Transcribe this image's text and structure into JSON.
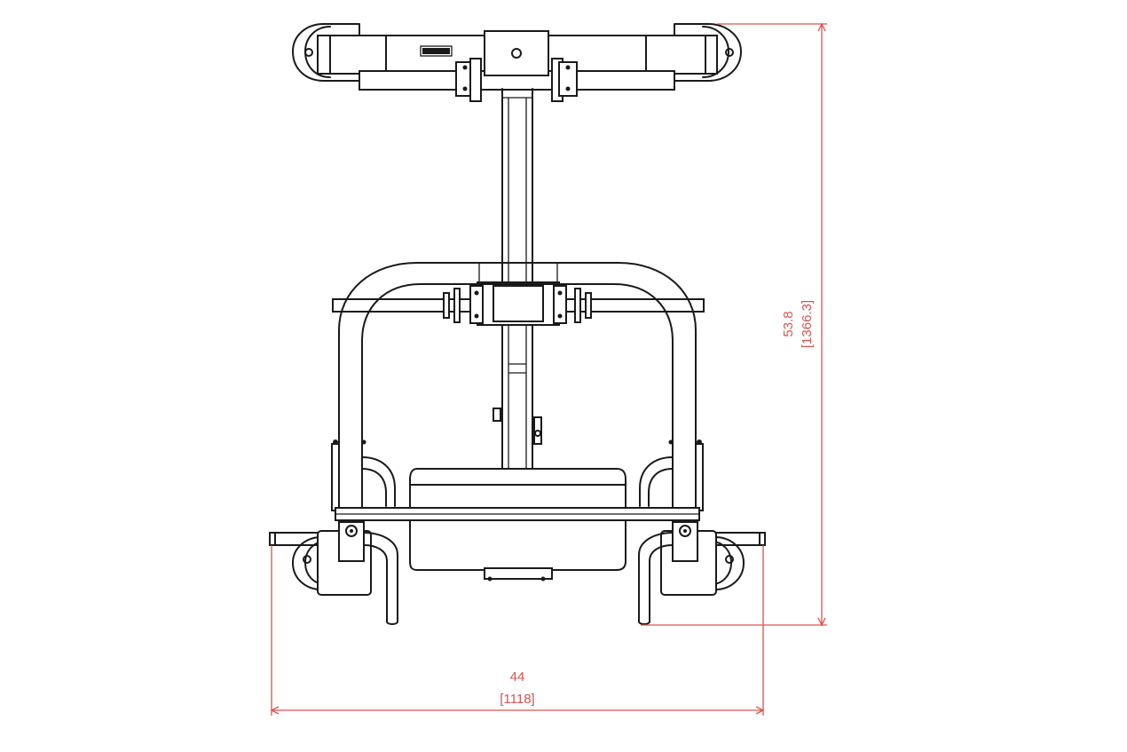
{
  "dimensions": {
    "width": {
      "imperial": "44",
      "metric": "[1118]"
    },
    "height": {
      "imperial": "53.8",
      "metric": "[1366.3]"
    }
  },
  "colors": {
    "line": "#1a1a1a",
    "dimension": "#d9534f",
    "background": "#ffffff"
  }
}
